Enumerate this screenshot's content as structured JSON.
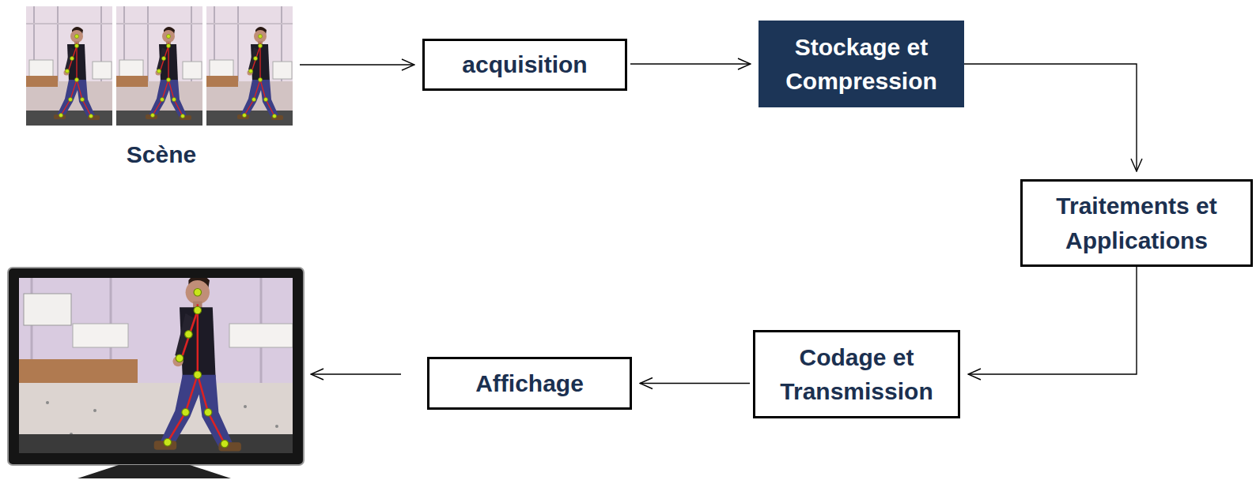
{
  "diagram": {
    "nodes": [
      {
        "text": [
          "Scène"
        ]
      },
      {
        "text": [
          "acquisition"
        ]
      },
      {
        "text": [
          "Stockage et Compression"
        ]
      },
      {
        "text": [
          "Traitements et Applications"
        ]
      },
      {
        "text": [
          "Codage et Transmission"
        ]
      },
      {
        "text": [
          "Affichage"
        ]
      }
    ],
    "edges": [
      {
        "from": 0,
        "to": 1,
        "arrow": "to"
      },
      {
        "from": 1,
        "to": 2,
        "arrow": "to"
      },
      {
        "from": 2,
        "to": 3,
        "arrow": "to"
      },
      {
        "from": 3,
        "to": 4,
        "arrow": "to"
      },
      {
        "from": 4,
        "to": 5,
        "arrow": "to"
      }
    ]
  }
}
